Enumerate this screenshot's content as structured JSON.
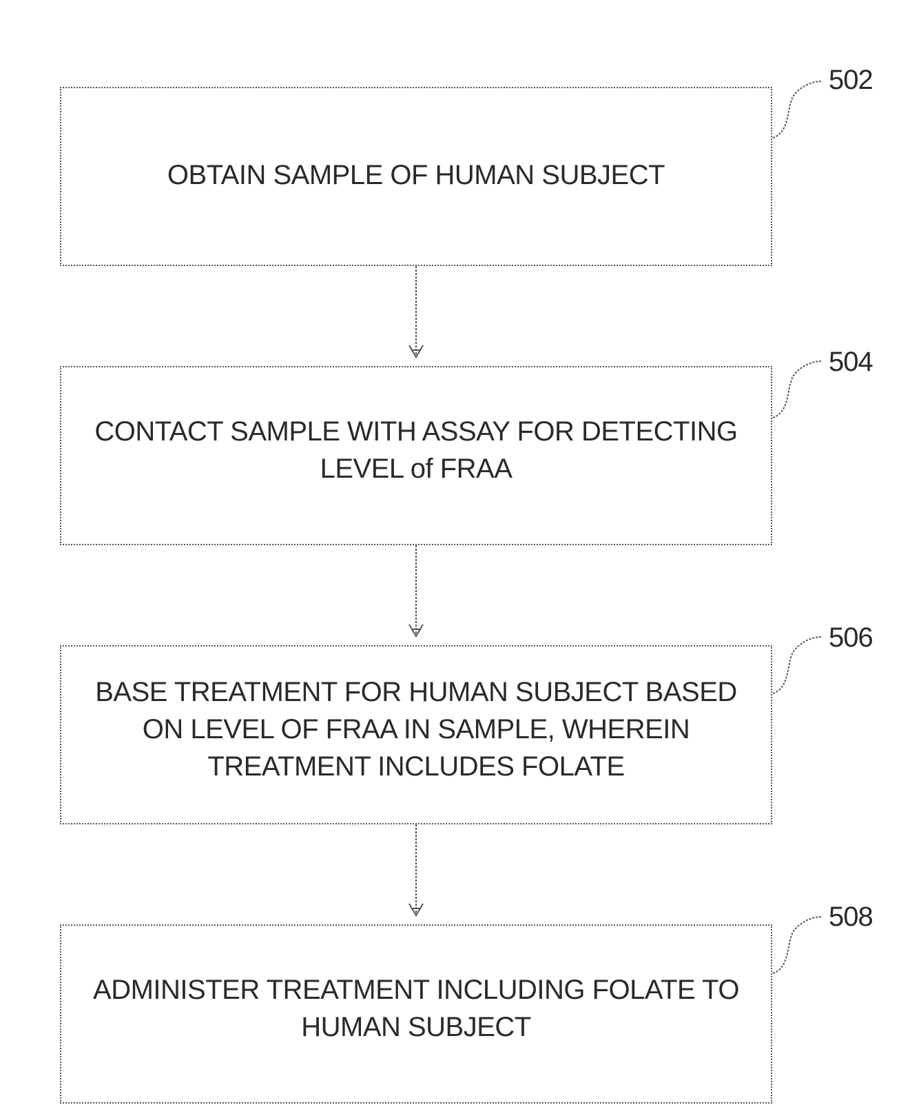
{
  "flowchart": {
    "steps": [
      {
        "ref": "502",
        "text": "OBTAIN SAMPLE OF HUMAN SUBJECT"
      },
      {
        "ref": "504",
        "text": "CONTACT SAMPLE WITH ASSAY FOR DETECTING\nLEVEL of FRAA"
      },
      {
        "ref": "506",
        "text": "BASE TREATMENT FOR HUMAN SUBJECT BASED\nON LEVEL OF FRAA IN SAMPLE, WHEREIN\nTREATMENT INCLUDES FOLATE"
      },
      {
        "ref": "508",
        "text": "ADMINISTER TREATMENT INCLUDING FOLATE TO\nHUMAN SUBJECT"
      }
    ],
    "line_color": "#555555"
  }
}
